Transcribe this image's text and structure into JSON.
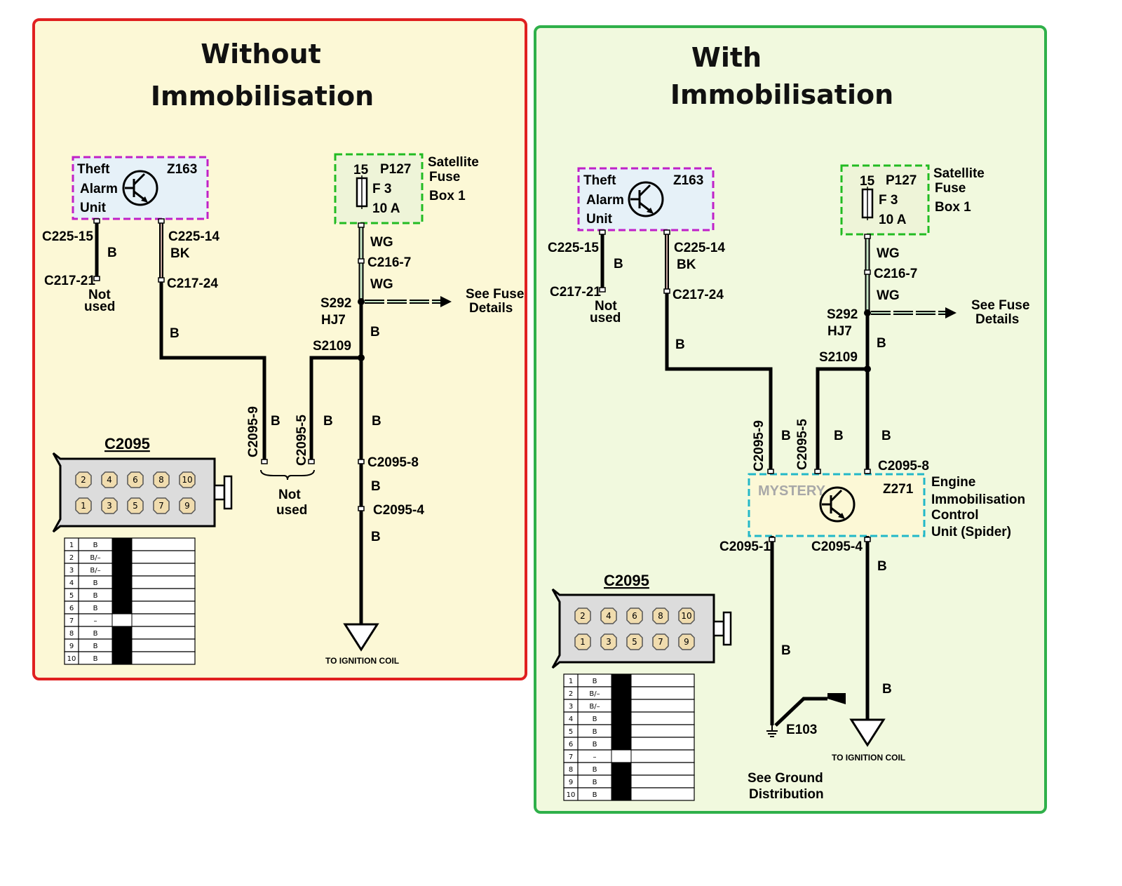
{
  "panels": {
    "left": {
      "title_line1": "Without",
      "title_line2": "Immobilisation",
      "theft_alarm": {
        "line1": "Theft",
        "line2": "Alarm",
        "line3": "Unit",
        "id": "Z163"
      },
      "fuse_box": {
        "pin": "15",
        "id": "P127",
        "fuse": "F 3",
        "rating": "10 A",
        "name1": "Satellite",
        "name2": "Fuse",
        "name3": "Box 1"
      },
      "labels": {
        "c225_15": "C225-15",
        "b1": "B",
        "c217_21": "C217-21",
        "not_used_1": "Not",
        "not_used_2": "used",
        "c225_14": "C225-14",
        "bk": "BK",
        "c217_24": "C217-24",
        "b2": "B",
        "wg1": "WG",
        "c216_7": "C216-7",
        "wg2": "WG",
        "s292": "S292",
        "hj7": "HJ7",
        "see_fuse_1": "See Fuse",
        "see_fuse_2": "Details",
        "b3": "B",
        "s2109": "S2109",
        "c2095_9": "C2095-9",
        "b4": "B",
        "c2095_5": "C2095-5",
        "b5": "B",
        "b6": "B",
        "c2095_8": "C2095-8",
        "b7": "B",
        "c2095_4": "C2095-4",
        "b8": "B",
        "bottom_not_1": "Not",
        "bottom_not_2": "used",
        "to_ignition": "TO IGNITION COIL",
        "connector": "C2095"
      }
    },
    "right": {
      "title_line1": "With",
      "title_line2": "Immobilisation",
      "theft_alarm": {
        "line1": "Theft",
        "line2": "Alarm",
        "line3": "Unit",
        "id": "Z163"
      },
      "fuse_box": {
        "pin": "15",
        "id": "P127",
        "fuse": "F 3",
        "rating": "10 A",
        "name1": "Satellite",
        "name2": "Fuse",
        "name3": "Box 1"
      },
      "ecu": {
        "id": "Z271",
        "mystery": "MYSTERY",
        "name1": "Engine",
        "name2": "Immobilisation",
        "name3": "Control",
        "name4": "Unit (Spider)"
      },
      "labels": {
        "c225_15": "C225-15",
        "b1": "B",
        "c217_21": "C217-21",
        "not_used_1": "Not",
        "not_used_2": "used",
        "c225_14": "C225-14",
        "bk": "BK",
        "c217_24": "C217-24",
        "b2": "B",
        "wg1": "WG",
        "c216_7": "C216-7",
        "wg2": "WG",
        "s292": "S292",
        "hj7": "HJ7",
        "see_fuse_1": "See Fuse",
        "see_fuse_2": "Details",
        "b3": "B",
        "s2109": "S2109",
        "c2095_9": "C2095-9",
        "b4": "B",
        "c2095_5": "C2095-5",
        "b5": "B",
        "b6": "B",
        "c2095_8": "C2095-8",
        "c2095_1": "C2095-1",
        "c2095_4": "C2095-4",
        "b7": "B",
        "b8": "B",
        "b9": "B",
        "e103": "E103",
        "see_ground_1": "See Ground",
        "see_ground_2": "Distribution",
        "to_ignition": "TO IGNITION COIL",
        "connector": "C2095"
      }
    }
  },
  "connector_pins": {
    "top": [
      "2",
      "4",
      "6",
      "8",
      "10"
    ],
    "bottom": [
      "1",
      "3",
      "5",
      "7",
      "9"
    ]
  },
  "pin_table": [
    {
      "pin": "1",
      "color": "B"
    },
    {
      "pin": "2",
      "color": "B/–"
    },
    {
      "pin": "3",
      "color": "B/–"
    },
    {
      "pin": "4",
      "color": "B"
    },
    {
      "pin": "5",
      "color": "B"
    },
    {
      "pin": "6",
      "color": "B"
    },
    {
      "pin": "7",
      "color": "–"
    },
    {
      "pin": "8",
      "color": "B"
    },
    {
      "pin": "9",
      "color": "B"
    },
    {
      "pin": "10",
      "color": "B"
    }
  ],
  "colors": {
    "left_border": "#e02020",
    "left_bg": "#fcf8d6",
    "right_border": "#2fb04a",
    "right_bg": "#f1f9de",
    "theft_border": "#c020c8",
    "fuse_border": "#22bb22",
    "ecu_border": "#22b8c8"
  }
}
